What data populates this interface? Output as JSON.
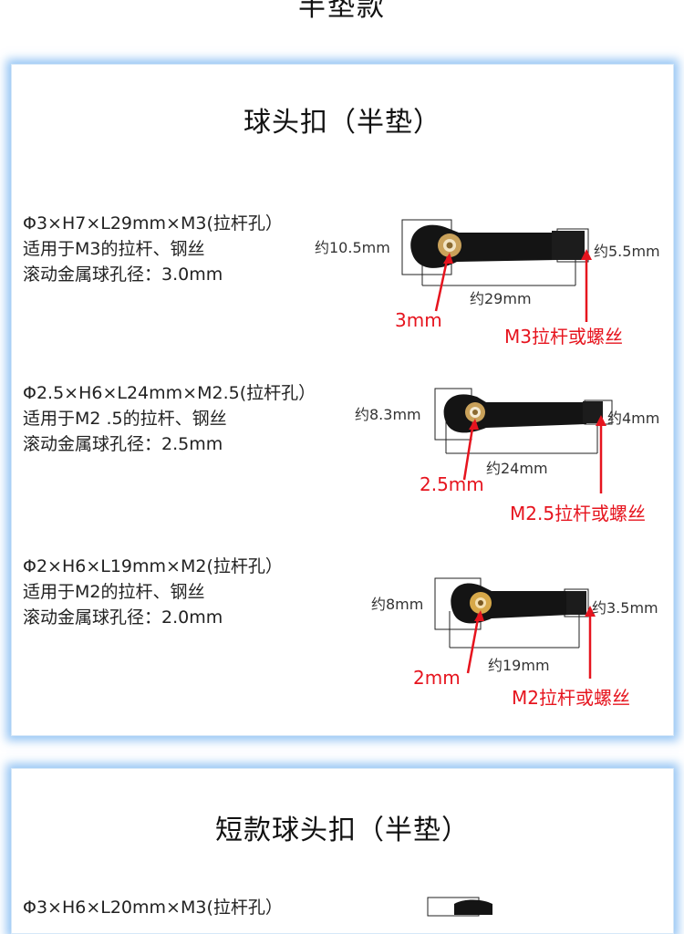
{
  "header": {
    "top_title": "半垫款"
  },
  "section1": {
    "title": "球头扣（半垫）",
    "items": [
      {
        "spec": "Φ3×H7×L29mm×M3(拉杆孔）",
        "use": "适用于M3的拉杆、钢丝",
        "ball": "滚动金属球孔径：3.0mm",
        "height_label": "约10.5mm",
        "end_label": "约5.5mm",
        "length_label": "约29mm",
        "hole_label": "3mm",
        "thread_label": "M3拉杆或螺丝"
      },
      {
        "spec": "Φ2.5×H6×L24mm×M2.5(拉杆孔）",
        "use": "适用于M2 .5的拉杆、钢丝",
        "ball": "滚动金属球孔径：2.5mm",
        "height_label": "约8.3mm",
        "end_label": "约4mm",
        "length_label": "约24mm",
        "hole_label": "2.5mm",
        "thread_label": "M2.5拉杆或螺丝"
      },
      {
        "spec": "Φ2×H6×L19mm×M2(拉杆孔）",
        "use": "适用于M2的拉杆、钢丝",
        "ball": "滚动金属球孔径：2.0mm",
        "height_label": "约8mm",
        "end_label": "约3.5mm",
        "length_label": "约19mm",
        "hole_label": "2mm",
        "thread_label": "M2拉杆或螺丝"
      }
    ]
  },
  "section2": {
    "title": "短款球头扣（半垫）",
    "items": [
      {
        "spec": "Φ3×H6×L20mm×M3(拉杆孔）"
      }
    ]
  },
  "colors": {
    "accent_glow": "#4096eb",
    "annotation_red": "#e6141e",
    "part_black": "#111111",
    "brass": "#c9a15a"
  }
}
